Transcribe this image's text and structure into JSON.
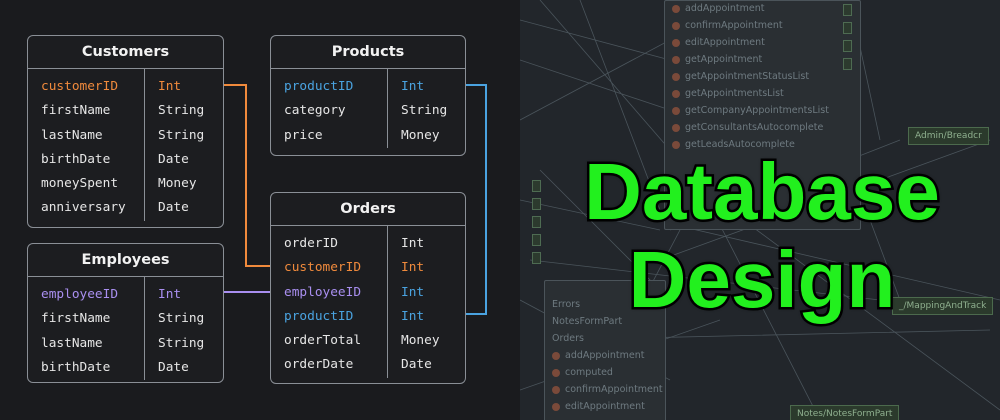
{
  "tables": {
    "customers": {
      "title": "Customers",
      "fields": [
        {
          "name": "customerID",
          "type": "Int",
          "color": "orange"
        },
        {
          "name": "firstName",
          "type": "String",
          "color": ""
        },
        {
          "name": "lastName",
          "type": "String",
          "color": ""
        },
        {
          "name": "birthDate",
          "type": "Date",
          "color": ""
        },
        {
          "name": "moneySpent",
          "type": "Money",
          "color": ""
        },
        {
          "name": "anniversary",
          "type": "Date",
          "color": ""
        }
      ]
    },
    "products": {
      "title": "Products",
      "fields": [
        {
          "name": "productID",
          "type": "Int",
          "color": "blue"
        },
        {
          "name": "category",
          "type": "String",
          "color": ""
        },
        {
          "name": "price",
          "type": "Money",
          "color": ""
        }
      ]
    },
    "employees": {
      "title": "Employees",
      "fields": [
        {
          "name": "employeeID",
          "type": "Int",
          "color": "purple"
        },
        {
          "name": "firstName",
          "type": "String",
          "color": ""
        },
        {
          "name": "lastName",
          "type": "String",
          "color": ""
        },
        {
          "name": "birthDate",
          "type": "Date",
          "color": ""
        }
      ]
    },
    "orders": {
      "title": "Orders",
      "fields": [
        {
          "name": "orderID",
          "type": "Int",
          "color": ""
        },
        {
          "name": "customerID",
          "type": "Int",
          "color": "orange"
        },
        {
          "name": "employeeID",
          "type": "Int",
          "color": "purple"
        },
        {
          "name": "productID",
          "type": "Int",
          "color": "blue"
        },
        {
          "name": "orderTotal",
          "type": "Money",
          "color": ""
        },
        {
          "name": "orderDate",
          "type": "Date",
          "color": ""
        }
      ]
    }
  },
  "connections": [
    {
      "from": "customers.customerID",
      "to": "orders.customerID",
      "color": "#f08a3c"
    },
    {
      "from": "employees.employeeID",
      "to": "orders.employeeID",
      "color": "#a98ff0"
    },
    {
      "from": "products.productID",
      "to": "orders.productID",
      "color": "#4aa3e0"
    }
  ],
  "headline": {
    "line1": "Database",
    "line2": "Design",
    "color": "#22f01e"
  },
  "background_rows": [
    "addAppointment",
    "confirmAppointment",
    "editAppointment",
    "getAppointment",
    "getAppointmentStatusList",
    "getAppointmentsList",
    "getCompanyAppointmentsList",
    "getConsultantsAutocomplete",
    "getLeadsAutocomplete"
  ],
  "background_rows_lower": [
    "Errors",
    "NotesFormPart",
    "Orders",
    "addAppointment",
    "computed",
    "confirmAppointment",
    "editAppointment"
  ],
  "background_tags": [
    "Admin/Breadcr",
    "_/MappingAndTrack",
    "Notes/NotesFormPart"
  ]
}
